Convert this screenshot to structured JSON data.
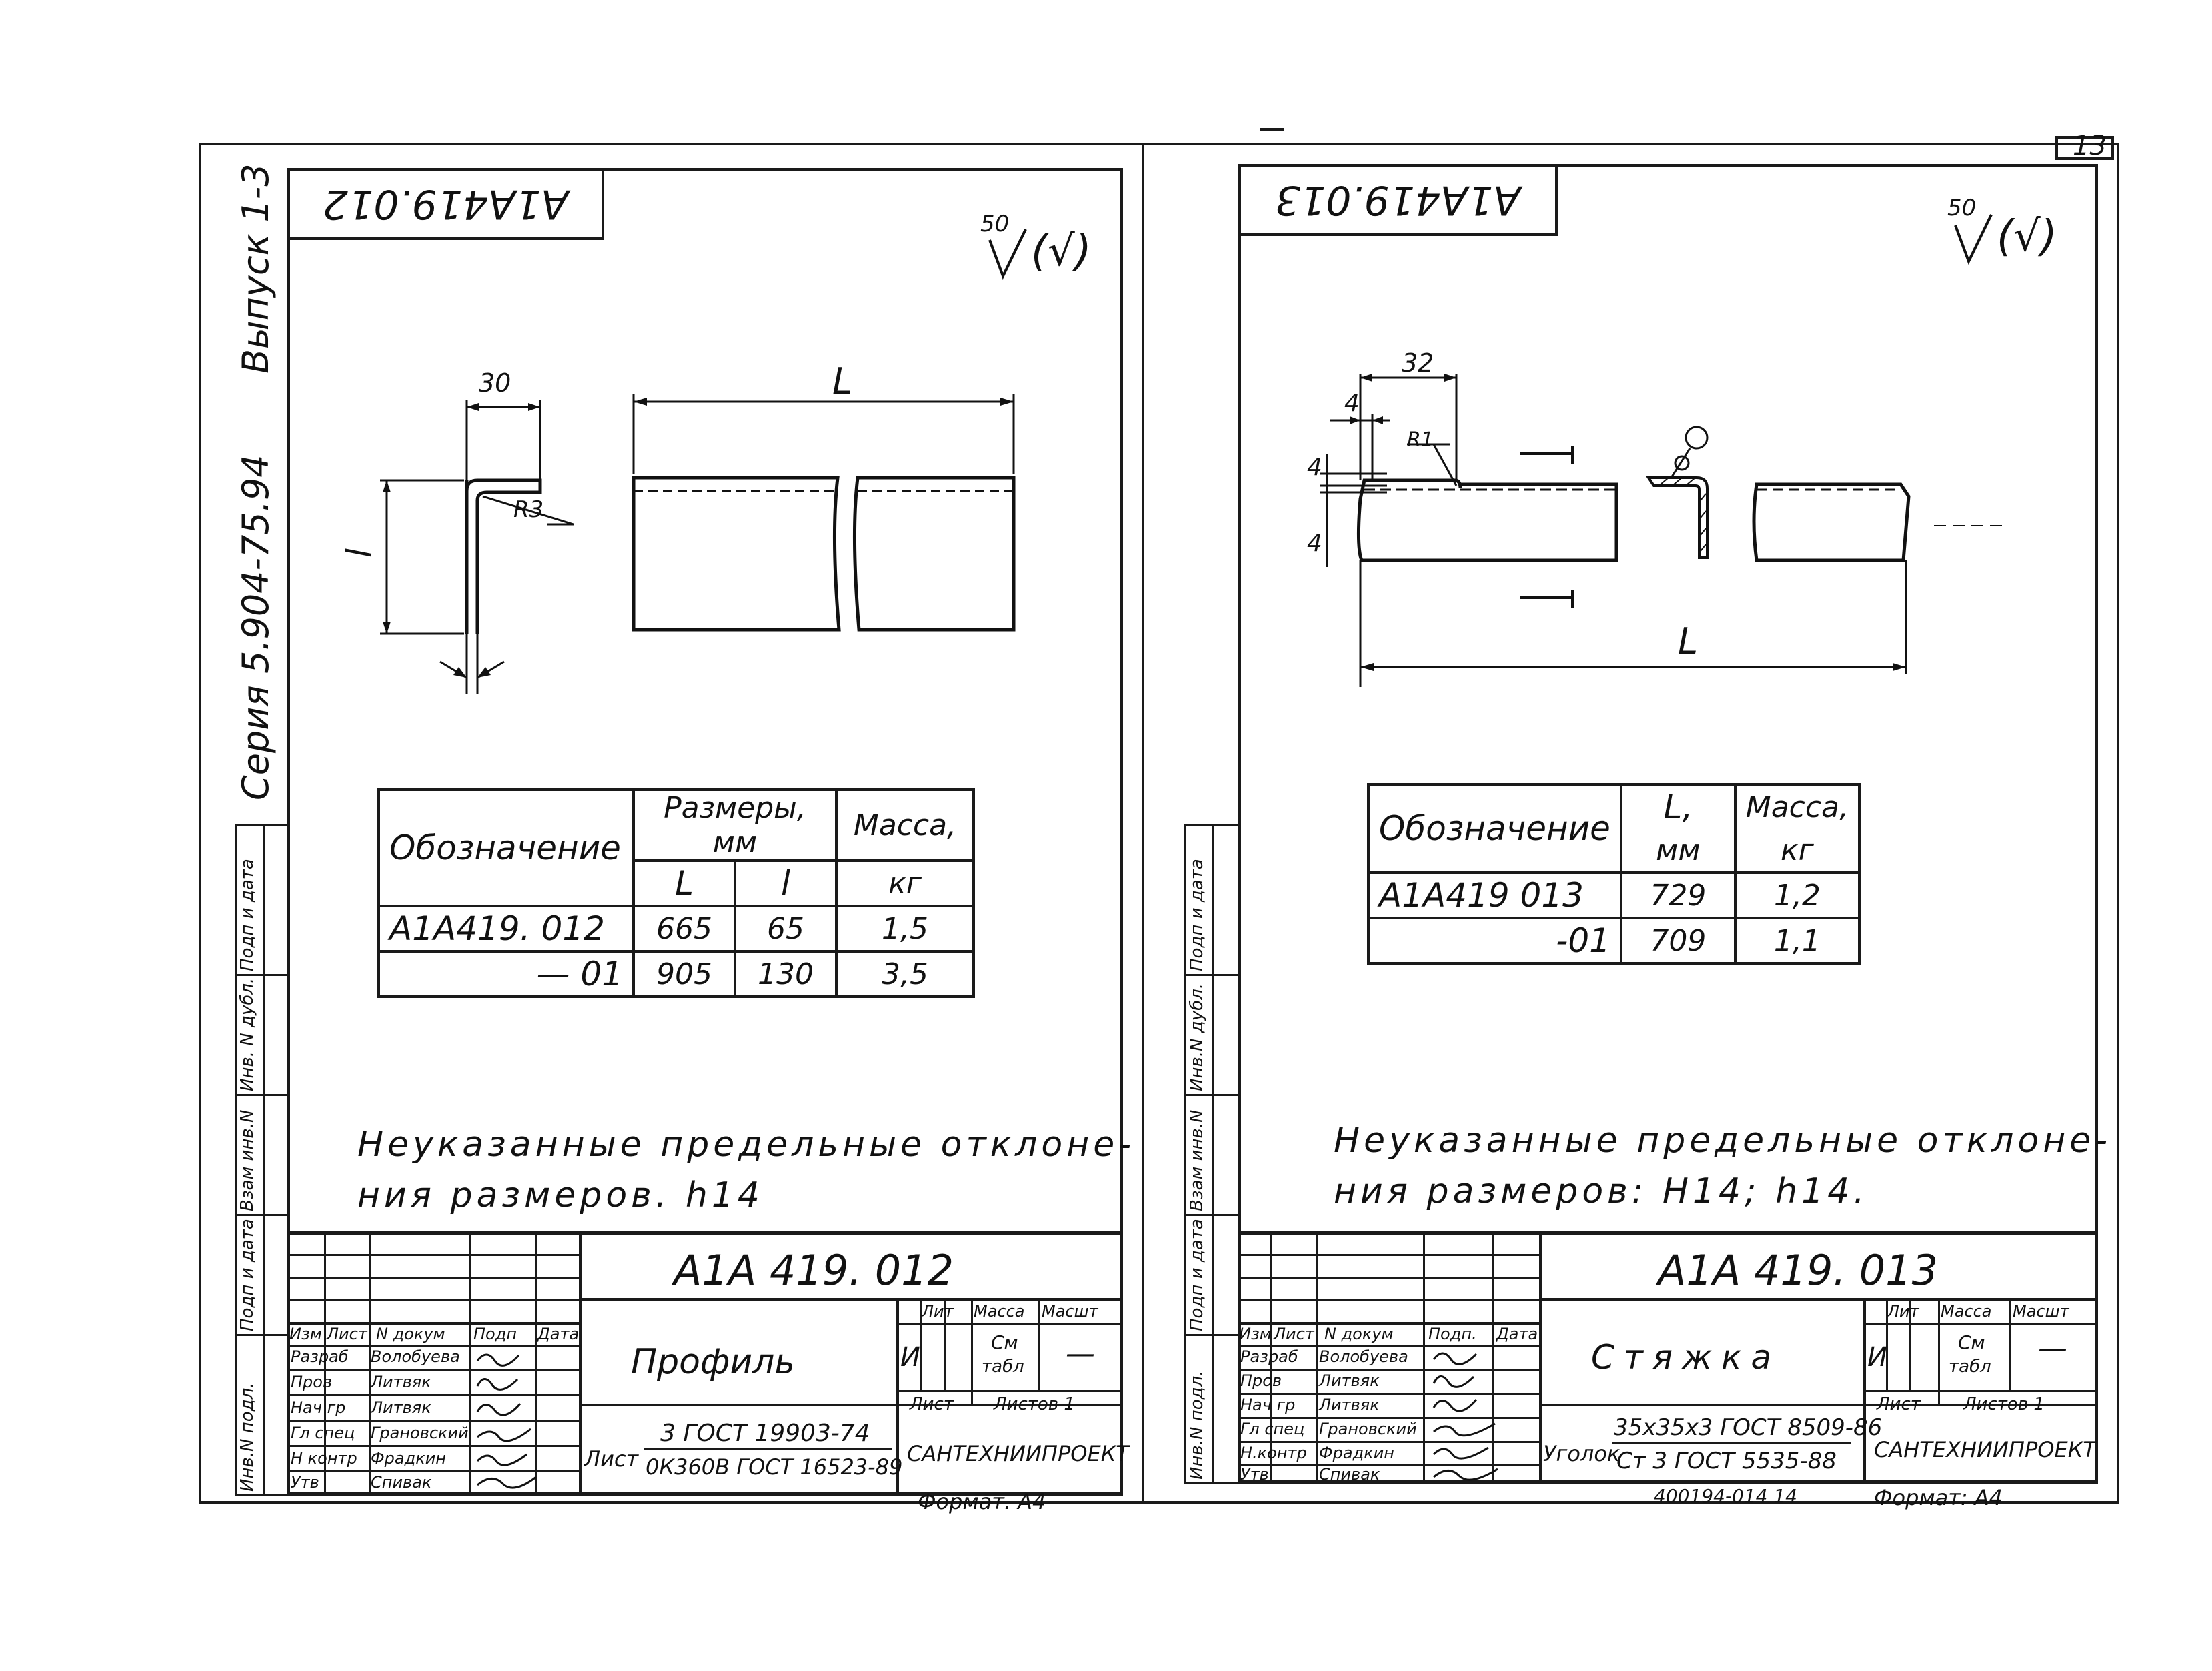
{
  "left": {
    "series_vertical": "Серия 5.904-75.94",
    "issue_vertical": "Выпуск 1-3",
    "code_tab": "А1А419.012",
    "roughness": {
      "value": "50",
      "symbol": "(√)"
    },
    "drawing": {
      "dim_30": "30",
      "dim_r3": "R3",
      "dim_l_small": "l",
      "dim_L": "L"
    },
    "table": {
      "h_designation": "Обозначение",
      "h_sizes": "Размеры, мм",
      "h_mass": "Масса,",
      "h_L": "L",
      "h_l": "l",
      "h_kg": "кг",
      "rows": [
        {
          "designation": "А1А419. 012",
          "L": "665",
          "l": "65",
          "mass": "1,5"
        },
        {
          "designation": "— 01",
          "L": "905",
          "l": "130",
          "mass": "3,5"
        }
      ]
    },
    "note_line1": "Неуказанные предельные отклоне-",
    "note_line2": "ния размеров. h14",
    "side_labels": [
      "Инв.N подл.",
      "Подп и дата",
      "Взам инв.N",
      "Инв. N дубл.",
      "Подп и дата"
    ],
    "title_block": {
      "doc_number": "А1А 419. 012",
      "name": "Профиль",
      "hdr": [
        "Изм",
        "Лист",
        "N докум",
        "Подп",
        "Дата"
      ],
      "people": [
        {
          "role": "Разраб",
          "name": "Волобуева"
        },
        {
          "role": "Пров",
          "name": "Литвяк"
        },
        {
          "role": "Нач гр",
          "name": "Литвяк"
        },
        {
          "role": "Гл спец",
          "name": "Грановский"
        },
        {
          "role": "Н контр",
          "name": "Фрадкин"
        },
        {
          "role": "Утв",
          "name": "Спивак"
        }
      ],
      "lit": "Лит",
      "mass": "Масса",
      "scale": "Масшт",
      "lit_value": "И",
      "mass_value": "См",
      "mass_value2": "табл",
      "scale_value": "—",
      "sheet": "Лист",
      "sheets": "Листов 1",
      "material_prefix": "Лист",
      "material_line1": "3 ГОСТ 19903-74",
      "material_line2": "0К360В ГОСТ 16523-89",
      "org": "Сантехниипроект",
      "format": "Формат. А4"
    }
  },
  "right": {
    "page_no": "13",
    "code_tab": "А1А419.013",
    "roughness": {
      "value": "50",
      "symbol": "(√)"
    },
    "drawing": {
      "dim_32": "32",
      "dim_4a": "4",
      "dim_4b": "4",
      "dim_4c": "4",
      "dim_r1": "R1",
      "dim_L": "L"
    },
    "table": {
      "h_designation": "Обозначение",
      "h_L": "L,",
      "h_mm": "мм",
      "h_mass": "Масса,",
      "h_kg": "кг",
      "rows": [
        {
          "designation": "А1А419 013",
          "L": "729",
          "mass": "1,2"
        },
        {
          "designation": "-01",
          "L": "709",
          "mass": "1,1"
        }
      ]
    },
    "note_line1": "Неуказанные предельные отклоне-",
    "note_line2": "ния размеров: Н14; h14.",
    "side_labels": [
      "Инв.N подл.",
      "Подп и дата",
      "Взам инв.N",
      "Инв.N дубл.",
      "Подп и дата"
    ],
    "title_block": {
      "doc_number": "А1А 419. 013",
      "name": "Стяжка",
      "hdr": [
        "Изм",
        "Лист",
        "N докум",
        "Подп.",
        "Дата"
      ],
      "people": [
        {
          "role": "Разраб",
          "name": "Волобуева"
        },
        {
          "role": "Пров",
          "name": "Литвяк"
        },
        {
          "role": "Нач гр",
          "name": "Литвяк"
        },
        {
          "role": "Гл спец",
          "name": "Грановский"
        },
        {
          "role": "Н.контр",
          "name": "Фрадкин"
        },
        {
          "role": "Утв",
          "name": "Спивак"
        }
      ],
      "lit": "Лит",
      "mass": "Масса",
      "scale": "Масшт",
      "lit_value": "И",
      "mass_value": "См",
      "mass_value2": "табл",
      "scale_value": "—",
      "sheet": "Лист",
      "sheets": "Листов 1",
      "material_prefix": "Уголок",
      "material_line1": "35х35х3 ГОСТ 8509-86",
      "material_line2": "Ст 3 ГОСТ 5535-88",
      "org": "Сантехниипроект",
      "stamp": "400194-014  14",
      "format": "Формат: А4"
    }
  }
}
